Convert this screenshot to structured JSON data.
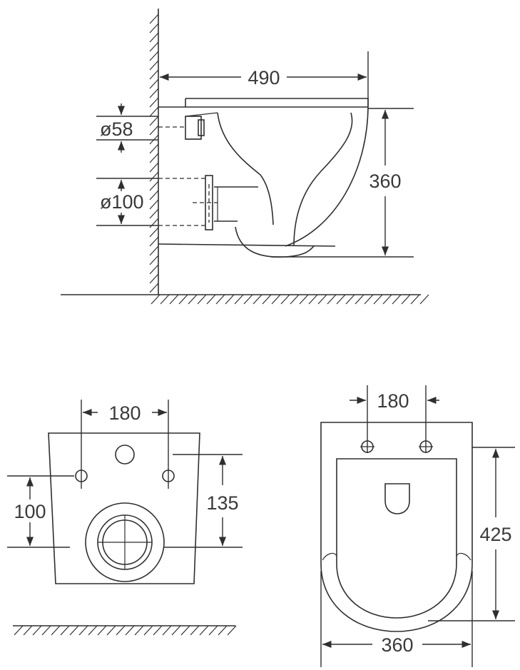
{
  "side_view": {
    "width_label": "490",
    "height_label": "360",
    "inlet_label": "ø58",
    "outlet_label": "ø100"
  },
  "rear_view": {
    "bolt_spacing_label": "180",
    "bolt_height_label": "100",
    "outlet_height_label": "135"
  },
  "top_view": {
    "bolt_spacing_label": "180",
    "length_label": "425",
    "width_label": "360"
  }
}
